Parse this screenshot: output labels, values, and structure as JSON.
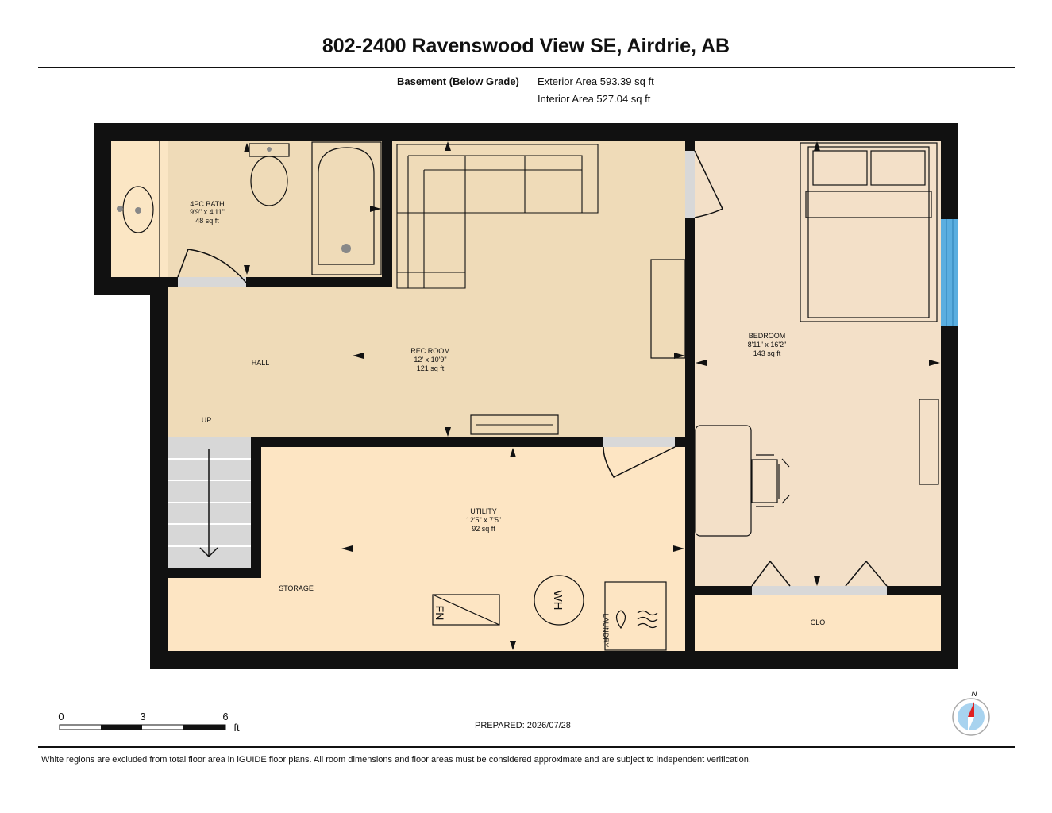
{
  "header": {
    "title": "802-2400 Ravenswood View SE, Airdrie, AB",
    "level_name": "Basement (Below Grade)",
    "exterior_area": "Exterior Area 593.39 sq ft",
    "interior_area": "Interior Area 527.04 sq ft"
  },
  "rooms": {
    "bath": {
      "name": "4PC BATH",
      "dims": "9'9\" x 4'11\"",
      "area": "48 sq ft"
    },
    "rec": {
      "name": "REC ROOM",
      "dims": "12' x 10'9\"",
      "area": "121 sq ft"
    },
    "bedroom": {
      "name": "BEDROOM",
      "dims": "8'11\" x 16'2\"",
      "area": "143 sq ft"
    },
    "utility": {
      "name": "UTILITY",
      "dims": "12'5\" x 7'5\"",
      "area": "92 sq ft"
    },
    "hall": "HALL",
    "up": "UP",
    "storage": "STORAGE",
    "clo": "CLO",
    "laundry": "LAUNDRY",
    "fn": "FN",
    "wh": "WH"
  },
  "scale_bar": {
    "ticks": [
      "0",
      "3",
      "6"
    ],
    "unit": "ft"
  },
  "compass": {
    "label": "N"
  },
  "prepared": "PREPARED: 2026/07/28",
  "footer": "White regions are excluded from total floor area in iGUIDE floor plans. All room dimensions and floor areas must be considered approximate and are subject to independent verification.",
  "colors": {
    "wall": "#111111",
    "bath_fill": "#fbe6c4",
    "rec_fill": "#efdbb8",
    "bedroom_fill": "#f3e0c8",
    "utility_fill": "#fde5c3",
    "stair_fill": "#d7d7d7",
    "window": "#5aaee0",
    "compass_red": "#e02020",
    "compass_blue": "#a8d3ef"
  }
}
